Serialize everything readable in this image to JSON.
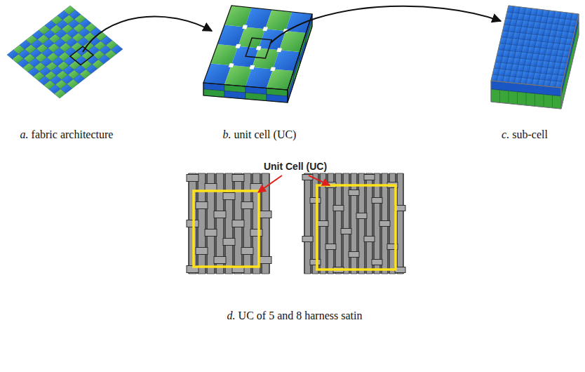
{
  "diagram": {
    "labels": [
      "a. fabric architecture",
      "b. unit cell (UC)",
      "c. sub-cell",
      "Unit Cell (UC)",
      "d. UC of 5 and 8 harness satin"
    ]
  }
}
